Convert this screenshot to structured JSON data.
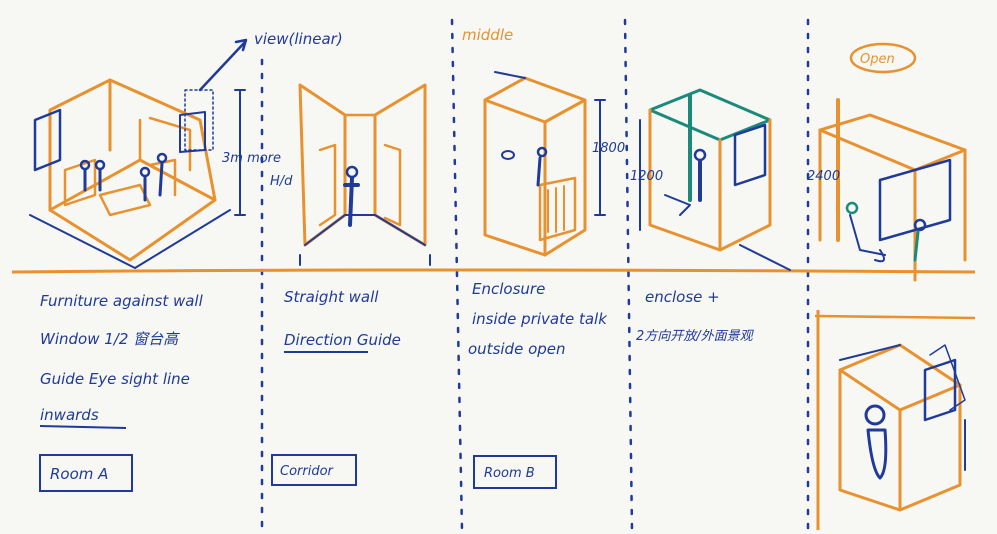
{
  "headers": {
    "view_linear": "view(linear)",
    "middle": "middle",
    "open": "Open"
  },
  "dims": {
    "three_m_more": "3m more",
    "h_over_d": "H/d",
    "h1800": "1800",
    "h1200": "1200",
    "h2400": "2400"
  },
  "room_a": {
    "notes": [
      "Furniture against wall",
      "Window 1/2 窗台高",
      "Guide Eye sight line",
      "inwards"
    ],
    "label": "Room A"
  },
  "corridor": {
    "notes": [
      "Straight wall",
      "Direction Guide"
    ],
    "label": "Corridor"
  },
  "room_b": {
    "notes": [
      "Enclosure",
      "inside private talk",
      "outside open"
    ],
    "label": "Room B"
  },
  "col4": {
    "notes": [
      "enclose +",
      "2方向开放/外面景观"
    ]
  },
  "colors": {
    "ink_blue": "#1f3a99",
    "marker_orange": "#e8922f",
    "teal": "#1a8a7a",
    "paper": "#f7f7f4"
  }
}
